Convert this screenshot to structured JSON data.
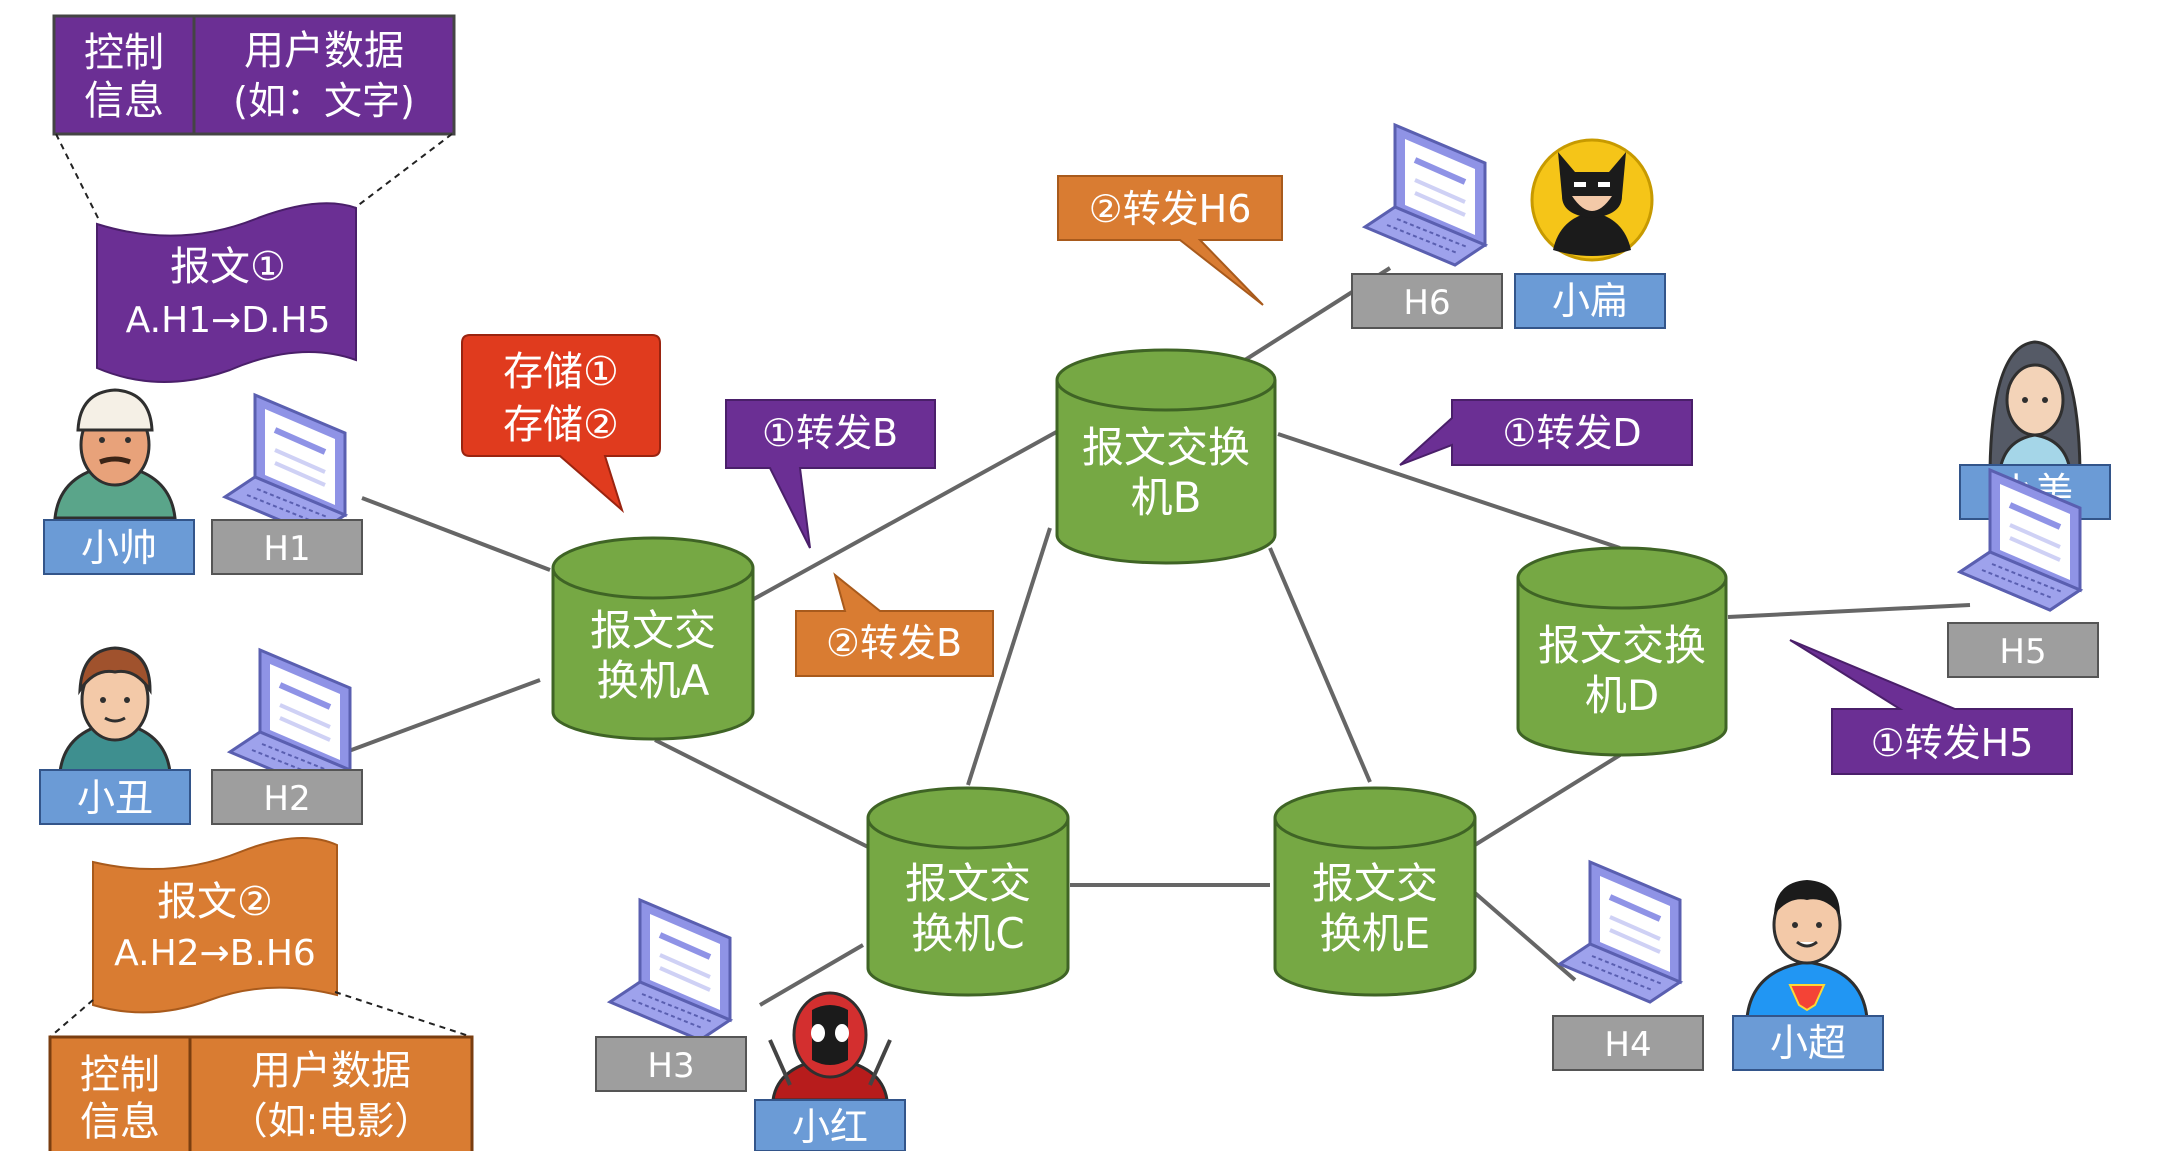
{
  "packets": {
    "p1": {
      "title": "报文①",
      "route": "A.H1→D.H5",
      "header_line1": "控制",
      "header_line2": "信息",
      "payload_line1": "用户数据",
      "payload_line2": "(如：文字)",
      "color": "#6b2f94"
    },
    "p2": {
      "title": "报文②",
      "route": "A.H2→B.H6",
      "header_line1": "控制",
      "header_line2": "信息",
      "payload_line1": "用户数据",
      "payload_line2": "（如:电影）",
      "color": "#d97c32"
    }
  },
  "switches": {
    "A": {
      "line1": "报文交",
      "line2": "换机A"
    },
    "B": {
      "line1": "报文交换",
      "line2": "机B"
    },
    "C": {
      "line1": "报文交",
      "line2": "换机C"
    },
    "D": {
      "line1": "报文交换",
      "line2": "机D"
    },
    "E": {
      "line1": "报文交",
      "line2": "换机E"
    }
  },
  "hosts": {
    "H1": "H1",
    "H2": "H2",
    "H3": "H3",
    "H4": "H4",
    "H5": "H5",
    "H6": "H6"
  },
  "users": {
    "u1": "小帅",
    "u2": "小丑",
    "u3": "小红",
    "u4": "小超",
    "u5": "小美",
    "u6": "小扁"
  },
  "callouts": {
    "store_line1": "存储①",
    "store_line2": "存储②",
    "fwd_b1": "①转发B",
    "fwd_b2": "②转发B",
    "fwd_h6": "②转发H6",
    "fwd_d1": "①转发D",
    "fwd_h5": "①转发H5"
  },
  "colors": {
    "switch_fill": "#76a844",
    "switch_stroke": "#3f6425",
    "host_label": "#9e9e9e",
    "user_label": "#6b9bd6",
    "purple": "#6b2f94",
    "orange": "#d97c32",
    "red": "#e03b1e",
    "laptop": "#8f93e6",
    "link": "#666666"
  }
}
